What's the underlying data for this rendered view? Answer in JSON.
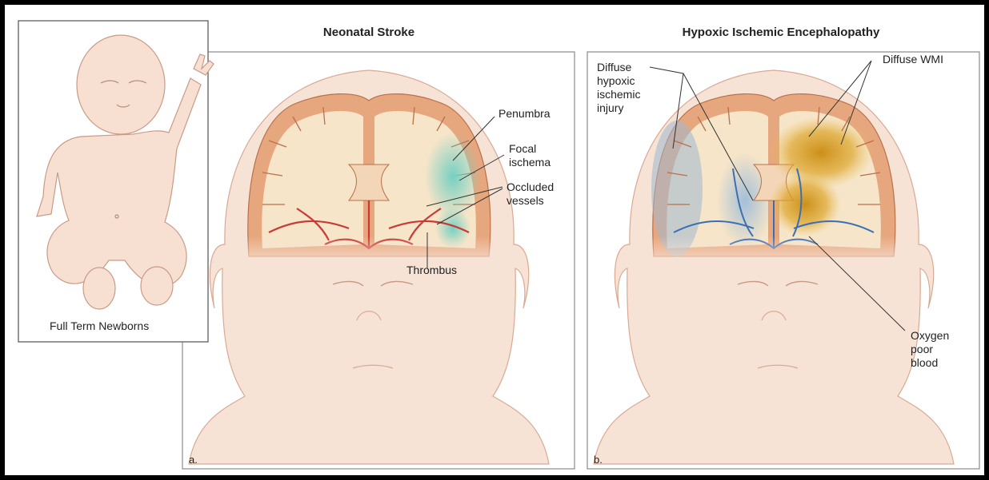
{
  "newborn_panel": {
    "caption": "Full Term Newborns"
  },
  "panel_a": {
    "title": "Neonatal Stroke",
    "letter": "a.",
    "labels": {
      "penumbra": "Penumbra",
      "focal_ischema": "Focal\nischema",
      "occluded_vessels": "Occluded\nvessels",
      "thrombus": "Thrombus"
    }
  },
  "panel_b": {
    "title": "Hypoxic Ischemic Encephalopathy",
    "letter": "b.",
    "labels": {
      "diffuse_injury": "Diffuse\nhypoxic\nischemic\ninjury",
      "diffuse_wmi": "Diffuse WMI",
      "oxygen_poor_blood": "Oxygen\npoor\nblood"
    }
  },
  "colors": {
    "skin": "#f7e3d6",
    "skin_line": "#d9a994",
    "brain_white": "#f6e5c8",
    "cortex": "#e7a77e",
    "arteries": "#c93a36",
    "veins": "#3a6fb3",
    "penumbra": "#6fcfc2",
    "wmi": "#d59a14"
  }
}
